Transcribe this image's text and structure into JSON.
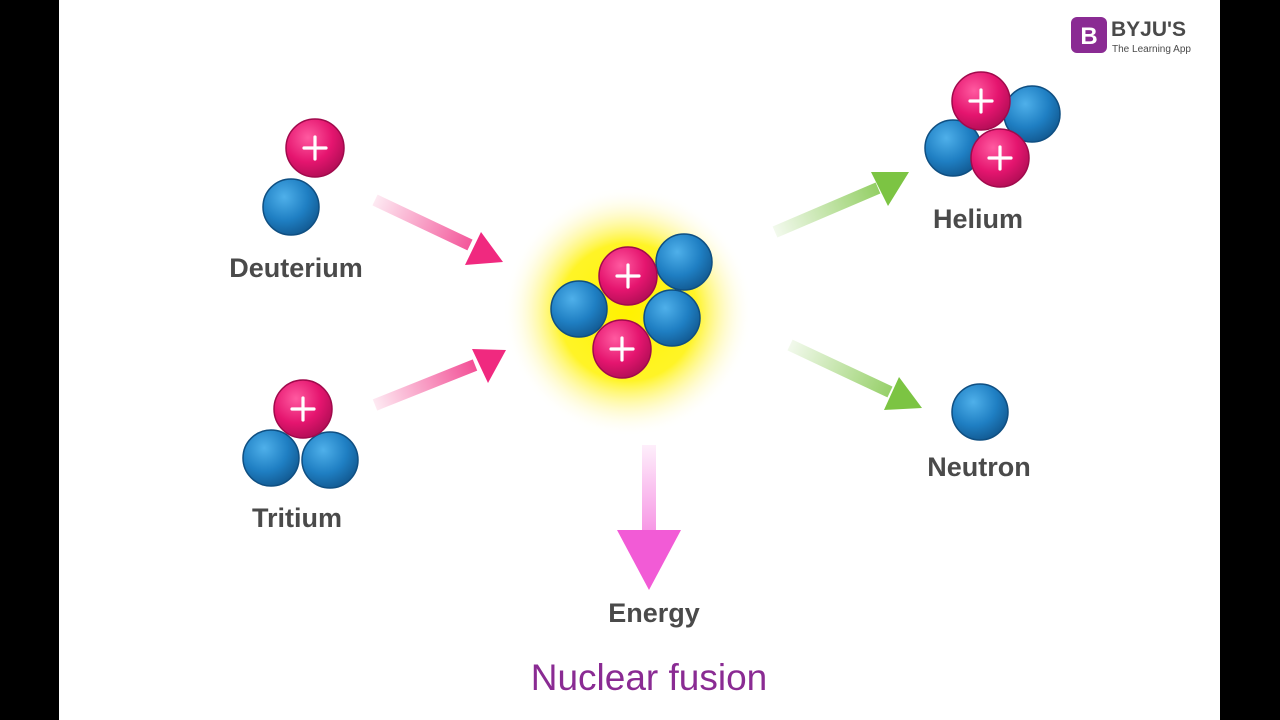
{
  "brand": {
    "name": "BYJU'S",
    "tagline": "The Learning App",
    "logo_letter": "B",
    "color": "#8a2b93"
  },
  "title": "Nuclear fusion",
  "labels": {
    "deuterium": "Deuterium",
    "tritium": "Tritium",
    "helium": "Helium",
    "neutron": "Neutron",
    "energy": "Energy"
  },
  "colors": {
    "proton": "#e5156f",
    "neutron": "#1f7fc3",
    "input_arrow": "#f0297f",
    "output_arrow": "#7cc443",
    "energy_arrow": "#f25bd6",
    "glow": "#fff200"
  },
  "particles": {
    "proton_symbol": "+"
  }
}
